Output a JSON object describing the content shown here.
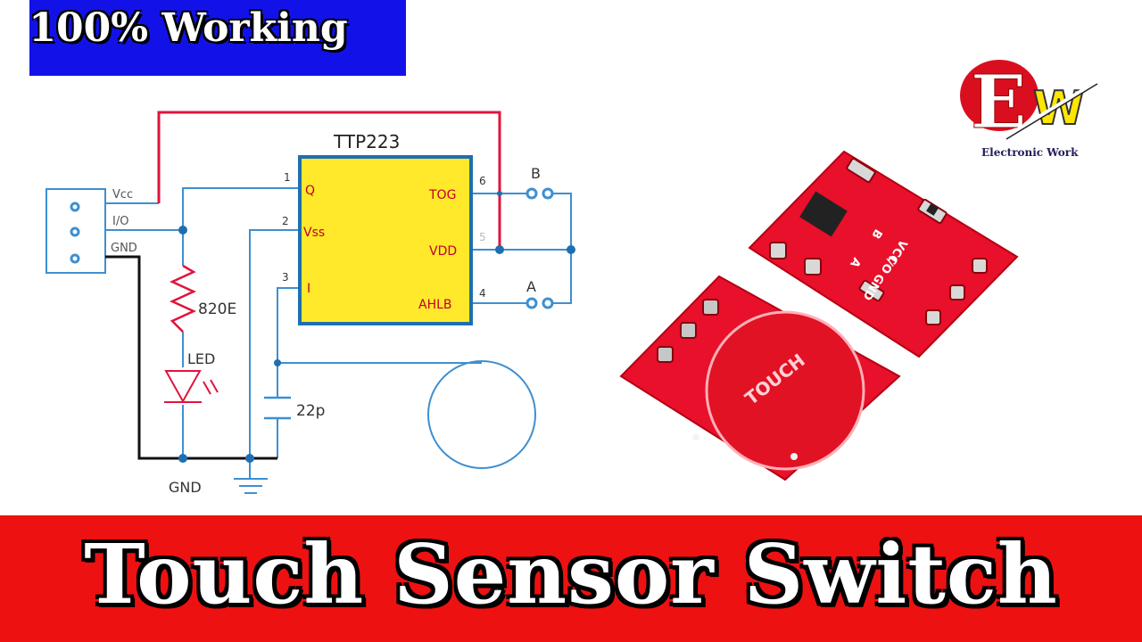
{
  "badge": {
    "text": "100% Working",
    "color": "#1212e8"
  },
  "banner": {
    "text": "Touch Sensor Switch",
    "color": "#ee1111"
  },
  "logo": {
    "letters_e": "E",
    "letters_w": "W",
    "caption": "Electronic Work"
  },
  "schematic": {
    "chip_name": "TTP223",
    "connector_labels": [
      "Vcc",
      "I/O",
      "GND"
    ],
    "pin_labels": {
      "q": "Q",
      "vss": "Vss",
      "i": "I",
      "tog": "TOG",
      "vdd": "VDD",
      "ahlb": "AHLB"
    },
    "pin_numbers": {
      "p1": "1",
      "p2": "2",
      "p3": "3",
      "p6": "6",
      "p5": "5",
      "p4": "4"
    },
    "switch_labels": {
      "b": "B",
      "a": "A"
    },
    "resistor": "820E",
    "led": "LED",
    "capacitor": "22p",
    "ground": "GND"
  },
  "board": {
    "touch_label": "TOUCH",
    "silkscreen": [
      "VCC",
      "I/O",
      "GND"
    ],
    "marks": [
      "B",
      "A"
    ]
  },
  "colors": {
    "wire": "#3e8fd0",
    "power": "#e0143c",
    "chip": "#ffe92a",
    "pcb": "#e8102a"
  }
}
